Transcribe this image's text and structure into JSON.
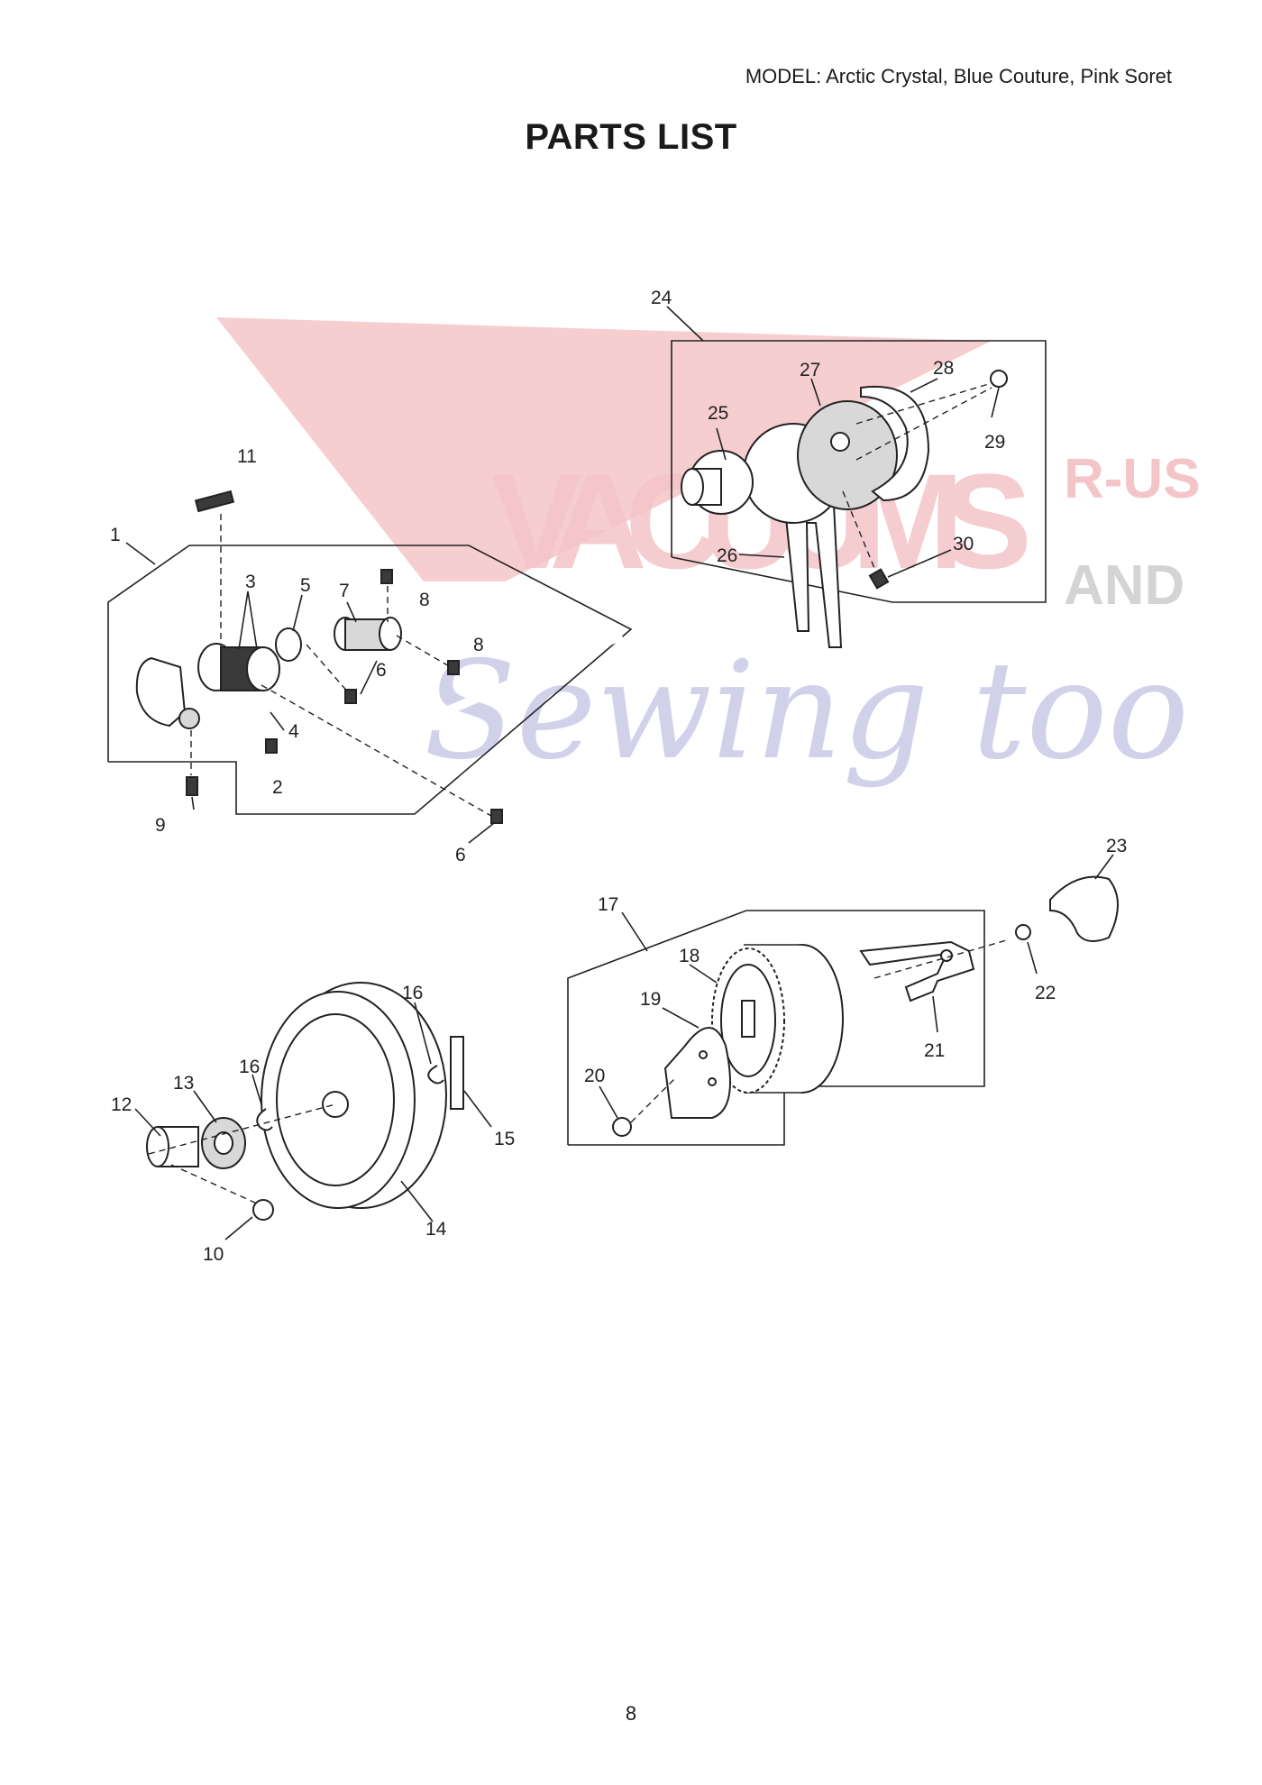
{
  "header": {
    "model": "MODEL: Arctic Crystal, Blue Couture, Pink Soret",
    "title": "PARTS LIST"
  },
  "watermark": {
    "main": "VACUUMS",
    "side_top": "R-US",
    "side_bottom": "AND",
    "script": "Sewing too",
    "colors": {
      "red": "#f4c5c8",
      "blue": "#c9cbe6",
      "gray": "#d4d4d4"
    }
  },
  "callouts": {
    "c1": "1",
    "c2": "2",
    "c3": "3",
    "c4": "4",
    "c5": "5",
    "c6a": "6",
    "c6b": "6",
    "c7": "7",
    "c8a": "8",
    "c8b": "8",
    "c9": "9",
    "c10": "10",
    "c11": "11",
    "c12": "12",
    "c13": "13",
    "c14": "14",
    "c15": "15",
    "c16a": "16",
    "c16b": "16",
    "c17": "17",
    "c18": "18",
    "c19": "19",
    "c20": "20",
    "c21": "21",
    "c22": "22",
    "c23": "23",
    "c24": "24",
    "c25": "25",
    "c26": "26",
    "c27": "27",
    "c28": "28",
    "c29": "29",
    "c30": "30"
  },
  "footer": {
    "page_number": "8"
  }
}
